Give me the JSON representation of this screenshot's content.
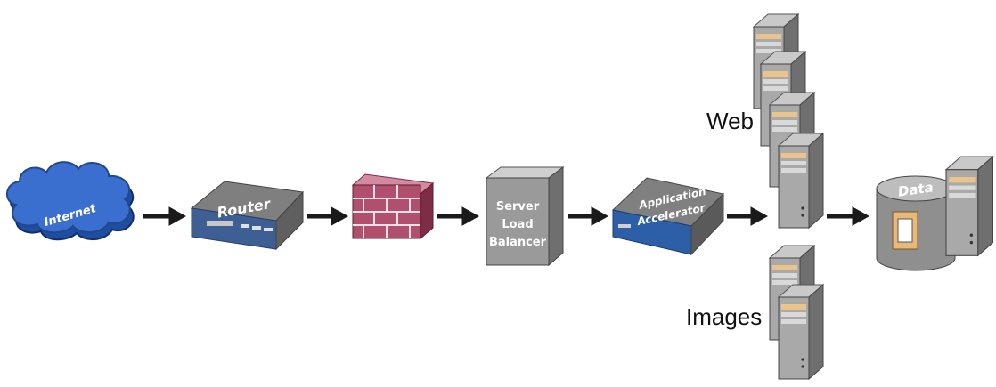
{
  "nodes": {
    "internet": "Internet",
    "router": "Router",
    "firewall": "",
    "slb": [
      "Server",
      "Load",
      "Balancer"
    ],
    "accelerator": [
      "Application",
      "Accelerator"
    ],
    "data": "Data"
  },
  "groups": {
    "web": "Web",
    "images": "Images"
  },
  "colors": {
    "cloud": "#2a5bbf",
    "firewall": "#b0506c",
    "server": "#9a9a9a",
    "appliance_blue": "#2c5fa8",
    "arrow": "#1a1a1a"
  },
  "icons": [
    "cloud-icon",
    "router-icon",
    "firewall-icon",
    "load-balancer-icon",
    "accelerator-icon",
    "server-icon",
    "database-icon",
    "arrow-icon"
  ]
}
